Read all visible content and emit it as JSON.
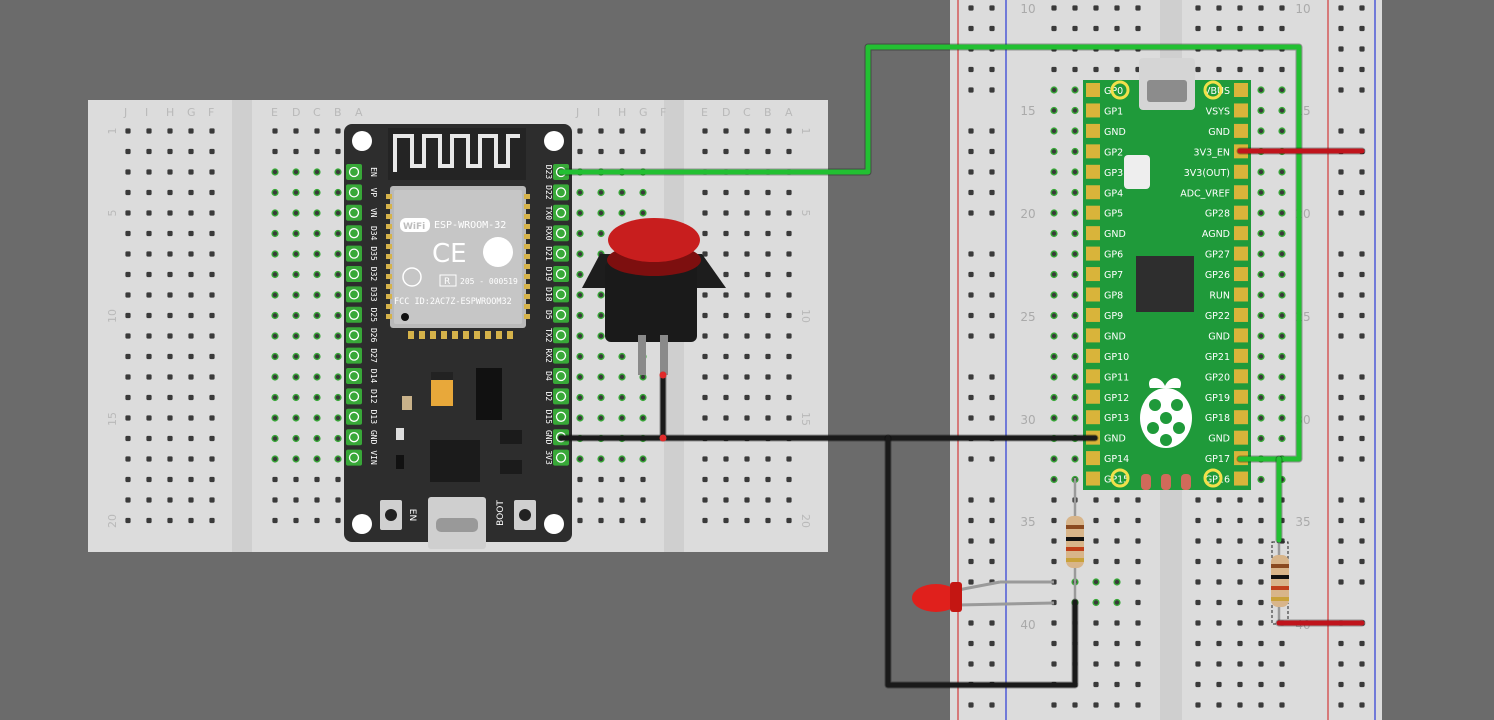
{
  "colors": {
    "background": "#6b6b6b",
    "breadboard": "#dcdcdc",
    "breadboard_dark": "#cfcfcf",
    "hole": "#3a3a3a",
    "connected": "#38a838",
    "wire_green": "#22c032",
    "wire_black": "#1a1a1a",
    "wire_red": "#c0141c",
    "esp_board": "#2d2d2d",
    "pico_board": "#1f9a3a",
    "button_cap": "#c81e1e",
    "led": "#e0201c",
    "rail_red": "#d23a3a",
    "rail_blue": "#2a3ad6"
  },
  "left_breadboard": {
    "row_letters_left": [
      "J",
      "I",
      "H",
      "G",
      "F"
    ],
    "row_letters_mid": [
      "E",
      "D",
      "C",
      "B",
      "A"
    ],
    "numbers": [
      "1",
      "5",
      "10",
      "15",
      "20"
    ]
  },
  "right_breadboard": {
    "numbers": [
      "10",
      "15",
      "20",
      "25",
      "30",
      "35",
      "40"
    ]
  },
  "esp32": {
    "module_name": "ESP-WROOM-32",
    "fcc": "FCC ID:2AC7Z-ESPWROOM32",
    "r_mark": "205 - 000519",
    "wifi_logo": "WiFi",
    "ce_mark": "CE",
    "en_label": "EN",
    "boot_label": "BOOT",
    "pins_left": [
      "EN",
      "VP",
      "VN",
      "D34",
      "D35",
      "D32",
      "D33",
      "D25",
      "D26",
      "D27",
      "D14",
      "D12",
      "D13",
      "GND",
      "VIN"
    ],
    "pins_right": [
      "D23",
      "D22",
      "TX0",
      "RX0",
      "D21",
      "D19",
      "D18",
      "D5",
      "TX2",
      "RX2",
      "D4",
      "D2",
      "D15",
      "GND",
      "3V3"
    ]
  },
  "pico": {
    "pins_left": [
      "GP0",
      "GP1",
      "GND",
      "GP2",
      "GP3",
      "GP4",
      "GP5",
      "GND",
      "GP6",
      "GP7",
      "GP8",
      "GP9",
      "GND",
      "GP10",
      "GP11",
      "GP12",
      "GP13",
      "GND",
      "GP14",
      "GP15"
    ],
    "pins_right": [
      "VBUS",
      "VSYS",
      "GND",
      "3V3_EN",
      "3V3(OUT)",
      "ADC_VREF",
      "GP28",
      "AGND",
      "GP27",
      "GP26",
      "RUN",
      "GP22",
      "GND",
      "GP21",
      "GP20",
      "GP19",
      "GP18",
      "GND",
      "GP17",
      "GP16"
    ]
  }
}
